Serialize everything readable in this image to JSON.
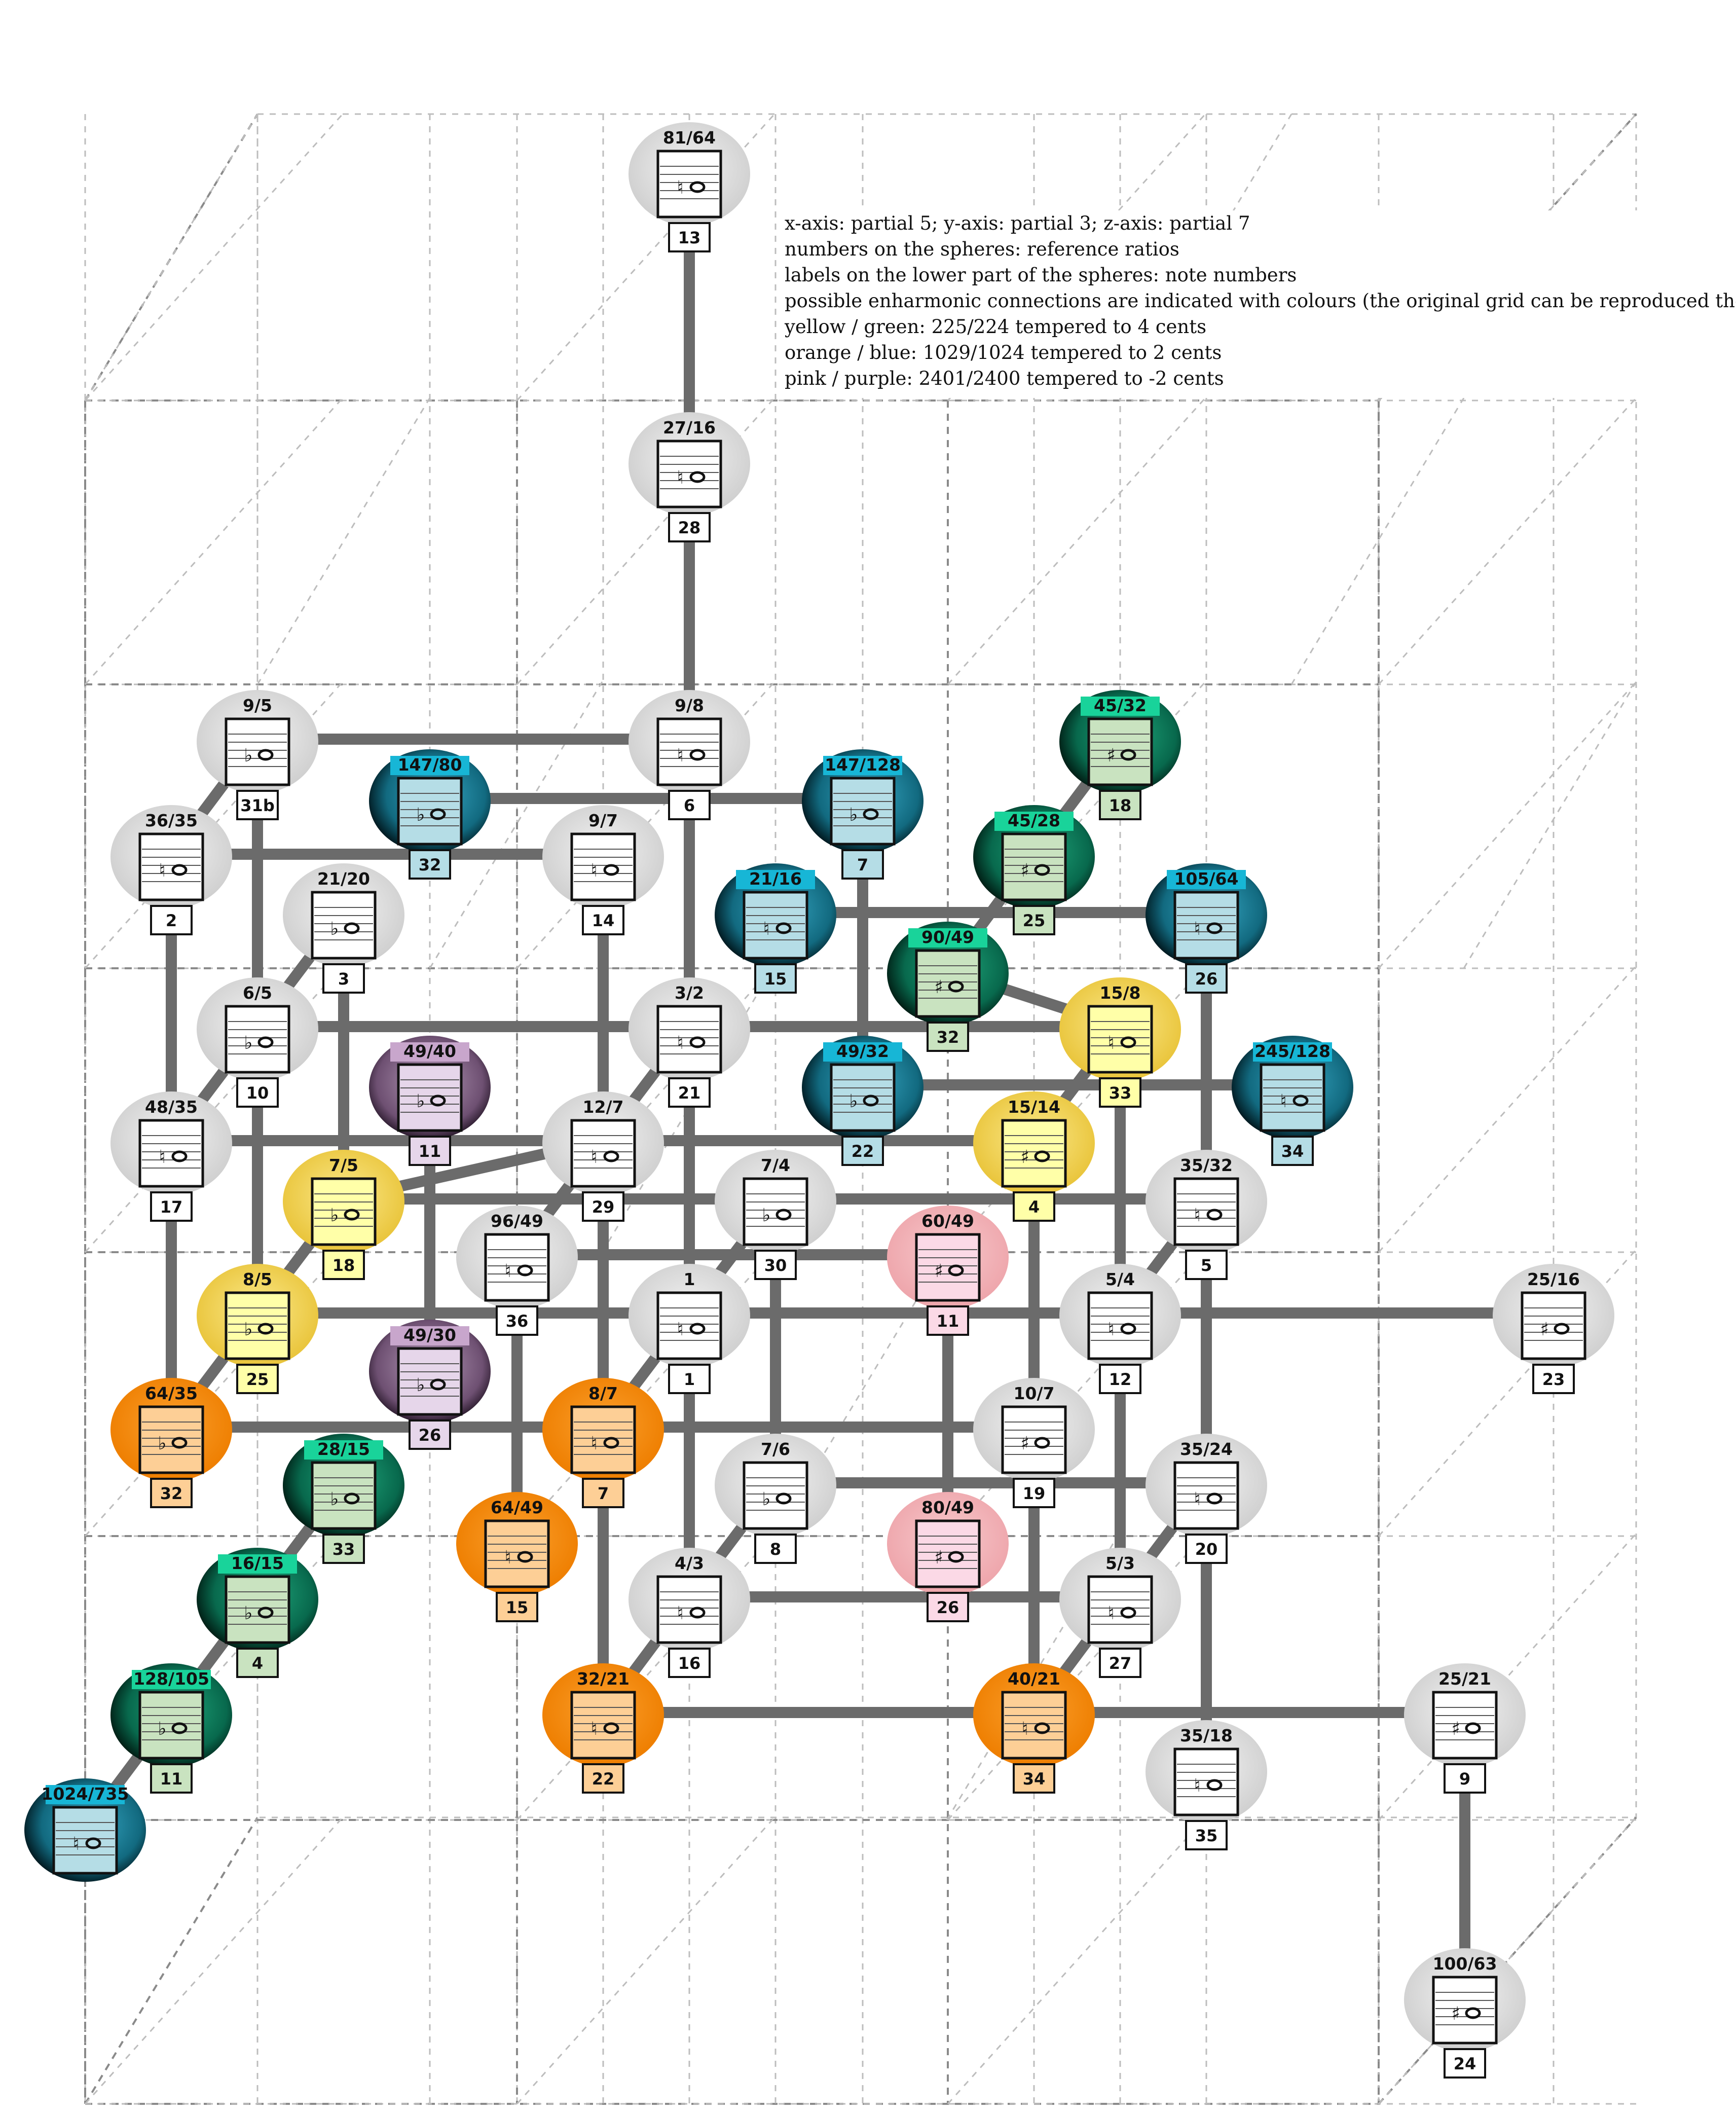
{
  "legend": [
    "x-axis: partial 5; y-axis: partial 3; z-axis: partial 7",
    "numbers on the spheres: reference ratios",
    "labels on the lower part of the spheres: note numbers",
    "possible enharmonic connections are indicated with colours (the original grid can be reproduced there)",
    "yellow / green: 225/224 tempered to 4 cents",
    "orange / blue: 1029/1024 tempered to 2 cents",
    "pink / purple: 2401/2400 tempered to -2 cents"
  ],
  "colors": {
    "grey": "#d8d8d8",
    "yellow": "#f5d85a",
    "green": "#0a7a5a",
    "orange": "#f28a10",
    "blue": "#1a7f97",
    "pink": "#f2b3b8",
    "purple": "#8a6a90",
    "edge": "#6b6b6b"
  },
  "nodes": [
    {
      "id": "81/64",
      "note": "13",
      "color": "grey",
      "acc": "♮"
    },
    {
      "id": "27/16",
      "note": "28",
      "color": "grey",
      "acc": "♮"
    },
    {
      "id": "9/5",
      "note": "31b",
      "color": "grey",
      "acc": "♭"
    },
    {
      "id": "9/8",
      "note": "6",
      "color": "grey",
      "acc": "♮"
    },
    {
      "id": "45/32",
      "note": "18",
      "color": "green",
      "acc": "♯"
    },
    {
      "id": "147/80",
      "note": "32",
      "color": "blue",
      "acc": "♭"
    },
    {
      "id": "147/128",
      "note": "7",
      "color": "blue",
      "acc": "♭"
    },
    {
      "id": "36/35",
      "note": "2",
      "color": "grey",
      "acc": "♮"
    },
    {
      "id": "9/7",
      "note": "14",
      "color": "grey",
      "acc": "♮"
    },
    {
      "id": "45/28",
      "note": "25",
      "color": "green",
      "acc": "♯"
    },
    {
      "id": "21/20",
      "note": "3",
      "color": "grey",
      "acc": "♭"
    },
    {
      "id": "21/16",
      "note": "15",
      "color": "blue",
      "acc": "♮"
    },
    {
      "id": "105/64",
      "note": "26",
      "color": "blue",
      "acc": "♮"
    },
    {
      "id": "90/49",
      "note": "32",
      "color": "green",
      "acc": "♯"
    },
    {
      "id": "6/5",
      "note": "10",
      "color": "grey",
      "acc": "♭"
    },
    {
      "id": "3/2",
      "note": "21",
      "color": "grey",
      "acc": "♮"
    },
    {
      "id": "15/8",
      "note": "33",
      "color": "yellow",
      "acc": "♮"
    },
    {
      "id": "49/40",
      "note": "11",
      "color": "purple",
      "acc": "♭"
    },
    {
      "id": "49/32",
      "note": "22",
      "color": "blue",
      "acc": "♭"
    },
    {
      "id": "245/128",
      "note": "34",
      "color": "blue",
      "acc": "♮"
    },
    {
      "id": "48/35",
      "note": "17",
      "color": "grey",
      "acc": "♮"
    },
    {
      "id": "12/7",
      "note": "29",
      "color": "grey",
      "acc": "♮"
    },
    {
      "id": "15/14",
      "note": "4",
      "color": "yellow",
      "acc": "♯"
    },
    {
      "id": "7/5",
      "note": "18",
      "color": "yellow",
      "acc": "♭"
    },
    {
      "id": "7/4",
      "note": "30",
      "color": "grey",
      "acc": "♭"
    },
    {
      "id": "35/32",
      "note": "5",
      "color": "grey",
      "acc": "♮"
    },
    {
      "id": "96/49",
      "note": "36",
      "color": "grey",
      "acc": "♮"
    },
    {
      "id": "60/49",
      "note": "11",
      "color": "pink",
      "acc": "♯"
    },
    {
      "id": "8/5",
      "note": "25",
      "color": "yellow",
      "acc": "♭"
    },
    {
      "id": "1",
      "note": "1",
      "color": "grey",
      "acc": "♮"
    },
    {
      "id": "5/4",
      "note": "12",
      "color": "grey",
      "acc": "♮"
    },
    {
      "id": "25/16",
      "note": "23",
      "color": "grey",
      "acc": "♯"
    },
    {
      "id": "49/30",
      "note": "26",
      "color": "purple",
      "acc": "♭"
    },
    {
      "id": "64/35",
      "note": "32",
      "color": "orange",
      "acc": "♭"
    },
    {
      "id": "8/7",
      "note": "7",
      "color": "orange",
      "acc": "♮"
    },
    {
      "id": "10/7",
      "note": "19",
      "color": "grey",
      "acc": "♯"
    },
    {
      "id": "28/15",
      "note": "33",
      "color": "green",
      "acc": "♭"
    },
    {
      "id": "7/6",
      "note": "8",
      "color": "grey",
      "acc": "♭"
    },
    {
      "id": "35/24",
      "note": "20",
      "color": "grey",
      "acc": "♮"
    },
    {
      "id": "64/49",
      "note": "15",
      "color": "orange",
      "acc": "♮"
    },
    {
      "id": "80/49",
      "note": "26",
      "color": "pink",
      "acc": "♯"
    },
    {
      "id": "16/15",
      "note": "4",
      "color": "green",
      "acc": "♭"
    },
    {
      "id": "4/3",
      "note": "16",
      "color": "grey",
      "acc": "♮"
    },
    {
      "id": "5/3",
      "note": "27",
      "color": "grey",
      "acc": "♮"
    },
    {
      "id": "128/105",
      "note": "11",
      "color": "green",
      "acc": "♭"
    },
    {
      "id": "32/21",
      "note": "22",
      "color": "orange",
      "acc": "♮"
    },
    {
      "id": "40/21",
      "note": "34",
      "color": "orange",
      "acc": "♮"
    },
    {
      "id": "25/21",
      "note": "9",
      "color": "grey",
      "acc": "♯"
    },
    {
      "id": "35/18",
      "note": "35",
      "color": "grey",
      "acc": "♮"
    },
    {
      "id": "1024/735",
      "note": "",
      "color": "blue",
      "acc": "♮"
    },
    {
      "id": "100/63",
      "note": "24",
      "color": "grey",
      "acc": "♯"
    }
  ],
  "edges": [
    [
      "81/64",
      "27/16"
    ],
    [
      "27/16",
      "9/8"
    ],
    [
      "9/5",
      "9/8"
    ],
    [
      "147/80",
      "147/128"
    ],
    [
      "36/35",
      "9/7"
    ],
    [
      "9/7",
      "12/7"
    ],
    [
      "9/8",
      "3/2"
    ],
    [
      "147/128",
      "49/32"
    ],
    [
      "21/16",
      "105/64"
    ],
    [
      "45/32",
      "45/28"
    ],
    [
      "45/28",
      "90/49"
    ],
    [
      "90/49",
      "15/8"
    ],
    [
      "9/5",
      "36/35"
    ],
    [
      "9/5",
      "6/5"
    ],
    [
      "36/35",
      "48/35"
    ],
    [
      "21/20",
      "6/5"
    ],
    [
      "21/20",
      "7/5"
    ],
    [
      "6/5",
      "3/2"
    ],
    [
      "3/2",
      "15/8"
    ],
    [
      "6/5",
      "48/35"
    ],
    [
      "6/5",
      "8/5"
    ],
    [
      "48/35",
      "12/7"
    ],
    [
      "12/7",
      "15/14"
    ],
    [
      "49/32",
      "245/128"
    ],
    [
      "3/2",
      "1"
    ],
    [
      "3/2",
      "12/7"
    ],
    [
      "15/8",
      "15/14"
    ],
    [
      "15/8",
      "5/4"
    ],
    [
      "105/64",
      "35/32"
    ],
    [
      "35/32",
      "35/24"
    ],
    [
      "12/7",
      "96/49"
    ],
    [
      "96/49",
      "64/49"
    ],
    [
      "7/5",
      "8/5"
    ],
    [
      "7/5",
      "7/4"
    ],
    [
      "7/4",
      "35/32"
    ],
    [
      "7/4",
      "7/6"
    ],
    [
      "15/14",
      "10/7"
    ],
    [
      "15/14",
      "12/7"
    ],
    [
      "96/49",
      "60/49"
    ],
    [
      "60/49",
      "80/49"
    ],
    [
      "8/5",
      "1"
    ],
    [
      "1",
      "5/4"
    ],
    [
      "5/4",
      "25/16"
    ],
    [
      "5/4",
      "5/3"
    ],
    [
      "1",
      "4/3"
    ],
    [
      "49/40",
      "49/30"
    ],
    [
      "48/35",
      "64/35"
    ],
    [
      "64/35",
      "8/7"
    ],
    [
      "8/7",
      "10/7"
    ],
    [
      "8/7",
      "32/21"
    ],
    [
      "8/7",
      "12/7"
    ],
    [
      "8/5",
      "64/35"
    ],
    [
      "7/6",
      "35/24"
    ],
    [
      "7/6",
      "4/3"
    ],
    [
      "35/24",
      "5/3"
    ],
    [
      "35/24",
      "35/18"
    ],
    [
      "10/7",
      "40/21"
    ],
    [
      "28/15",
      "16/15"
    ],
    [
      "16/15",
      "128/105"
    ],
    [
      "128/105",
      "1024/735"
    ],
    [
      "4/3",
      "5/3"
    ],
    [
      "4/3",
      "32/21"
    ],
    [
      "5/3",
      "40/21"
    ],
    [
      "32/21",
      "40/21"
    ],
    [
      "40/21",
      "25/21"
    ],
    [
      "25/21",
      "100/63"
    ],
    [
      "1",
      "8/7"
    ],
    [
      "5/4",
      "35/32"
    ],
    [
      "7/5",
      "12/7"
    ],
    [
      "1",
      "7/4"
    ]
  ]
}
